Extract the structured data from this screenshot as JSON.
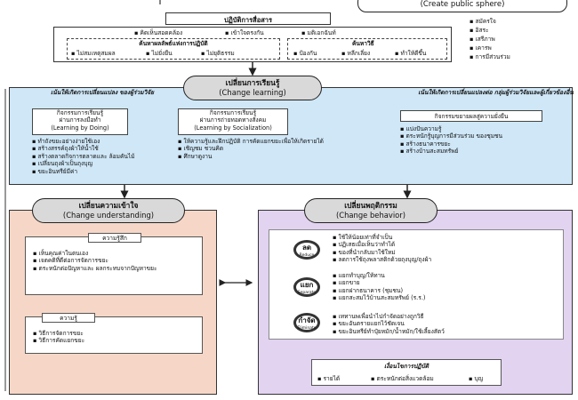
{
  "top_right": {
    "title": "(Create public sphere)",
    "items": [
      "สมัครใจ",
      "อิสระ",
      "เสรีภาพ",
      "เคารพ",
      "การมีส่วนร่วม"
    ]
  },
  "communication": {
    "title": "ปฏิบัติการสื่อสาร",
    "items": [
      "คิดเห็นสอดคล้อง",
      "เข้าใจตรงกัน",
      "มติเอกฉันท์"
    ],
    "left_sub": {
      "title": "ค้นหาผลลัพธ์แห่งการปฏิบัติ",
      "items": [
        "ไม่สมเหตุสมผล",
        "ไม่ยั่งยืน",
        "ไม่ยุติธรรม"
      ]
    },
    "right_sub": {
      "title": "ค้นหาวิธี",
      "items": [
        "ป้องกัน",
        "หลีกเลี่ยง",
        "ทำให้ดีขึ้น"
      ]
    }
  },
  "learning": {
    "title": "เปลี่ยนการเรียนรู้",
    "subtitle": "(Change learning)",
    "left_heading": "เน้นให้เกิดการเปลี่ยนแปลง ของผู้ร่วมวิจัย",
    "right_heading": "เน้นให้เกิดการเปลี่ยนแปลงต่อ กลุ่มผู้ร่วมวิจัยและผู้เกี่ยวข้องอื่น",
    "doing": {
      "title_lines": [
        "กิจกรรมการเรียนรู้",
        "ผ่านการลงมือทำ",
        "(Learning by Doing)"
      ],
      "items": [
        "ทำถังขยะอย่างง่ายใช้เอง",
        "สร้างสรรค์ถุงผ้าให้น้ำใช้",
        "สร้างตลาดกิจการตลาดและ ล้อมคันไม้",
        "เปลี่ยนถุงผ้าเป็นถุงบุญ",
        "ขยะอินทรีย์มีค่า"
      ]
    },
    "socialization": {
      "title_lines": [
        "กิจกรรมการเรียนรู้",
        "ผ่านการถ่ายทอดทางสังคม",
        "(Learning by Socialization)"
      ],
      "items": [
        "ให้ความรู้และฝึกปฏิบัติ การคัดแยกขยะเพื่อให้เกิดรายได้",
        "เชิญชม ชวนคิด",
        "ศึกษาดูงาน"
      ]
    },
    "expand": {
      "title": "กิจกรรมขยายผลสู่ความยั่งยืน",
      "items": [
        "แบ่งปันความรู้",
        "ตระหนักรู้บุญการมีส่วนร่วม ของชุมชน",
        "สร้างธนาคารขยะ",
        "สร้างบ้านสะสมทรัพย์"
      ]
    }
  },
  "understanding": {
    "title": "เปลี่ยนความเข้าใจ",
    "subtitle": "(Change understanding)",
    "feeling": {
      "title": "ความรู้สึก",
      "items": [
        "เห็นคุณค่าในตนเอง",
        "เจตคติที่ดีต่อการจัดการขยะ",
        "ตระหนักต่อปัญหาและ ผลกระทบจากปัญหาขยะ"
      ]
    },
    "knowledge": {
      "title": "ความรู้",
      "items": [
        "วิธีการจัดการขยะ",
        "วิธีการคัดแยกขยะ"
      ]
    }
  },
  "behavior": {
    "title": "เปลี่ยนพฤติกรรม",
    "subtitle": "(Change behavior)",
    "circles": [
      {
        "label": "ลด",
        "sub": "Reduce"
      },
      {
        "label": "แยก",
        "sub": "Separate"
      },
      {
        "label": "กำจัด",
        "sub": "Eliminate"
      }
    ],
    "reduce_items": [
      "ใช้ให้น้อยเท่าที่จำเป็น",
      "ปฏิเสธเมื่อเห็นว่าทำได้",
      "ของที่นำกลับมาใช้ใหม่",
      "ลดการใช้ถุงพลาสติกด้วยถุงบุญ/ถุงผ้า"
    ],
    "separate_items": [
      "แยกทำบุญ/ให้ทาน",
      "แยกขาย",
      "แยกฝากธนาคาร (ชุมชน)",
      "แยกสะสมไว้บ้านสะสมทรัพย์ (ร.ร.)"
    ],
    "eliminate_items": [
      "เททานพเพื่อนำไปกำจัดอย่างถูกวิธี",
      "ขยะอันตรายแยกไว้ชัดเจน",
      "ขยะอินทรีย์ทำปุ๋ยหมัก/น้ำหมัก/ใช้เลี้ยงสัตว์"
    ],
    "conditions": {
      "title": "เงื่อนไขการปฏิบัติ",
      "items": [
        "รายได้",
        "ตระหนักต่อสิ่งแวดล้อม",
        "บุญ"
      ]
    }
  }
}
